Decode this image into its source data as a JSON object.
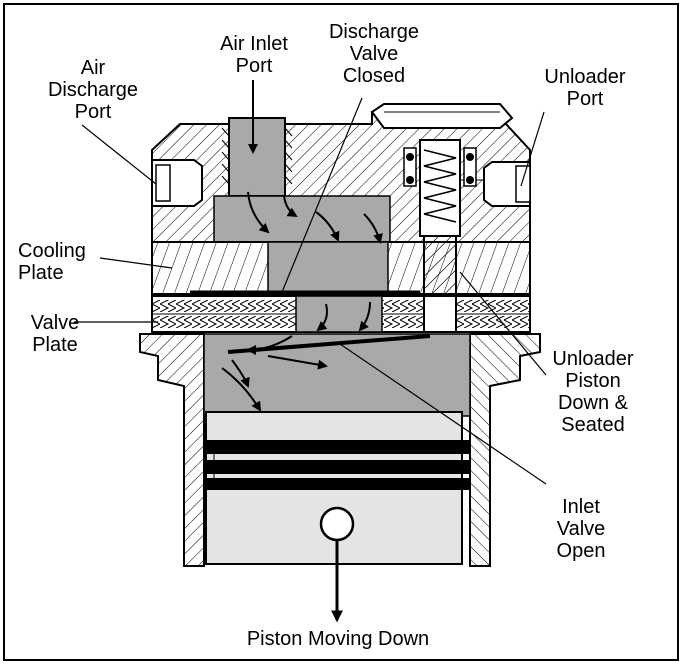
{
  "labels": {
    "air_inlet_port": [
      "Air Inlet",
      "Port"
    ],
    "discharge_valve_closed": [
      "Discharge",
      "Valve",
      "Closed"
    ],
    "air_discharge_port": [
      "Air",
      "Discharge",
      "Port"
    ],
    "unloader_port": [
      "Unloader",
      "Port"
    ],
    "cooling_plate": [
      "Cooling",
      "Plate"
    ],
    "valve_plate": [
      "Valve",
      "Plate"
    ],
    "unloader_piston": [
      "Unloader",
      "Piston",
      "Down &",
      "Seated"
    ],
    "inlet_valve_open": [
      "Inlet",
      "Valve",
      "Open"
    ],
    "piston_moving_down": "Piston Moving Down"
  },
  "colors": {
    "air_gray": "#a9a9a9",
    "piston_gray": "#e4e4e4",
    "line": "#000000",
    "background": "#ffffff"
  }
}
